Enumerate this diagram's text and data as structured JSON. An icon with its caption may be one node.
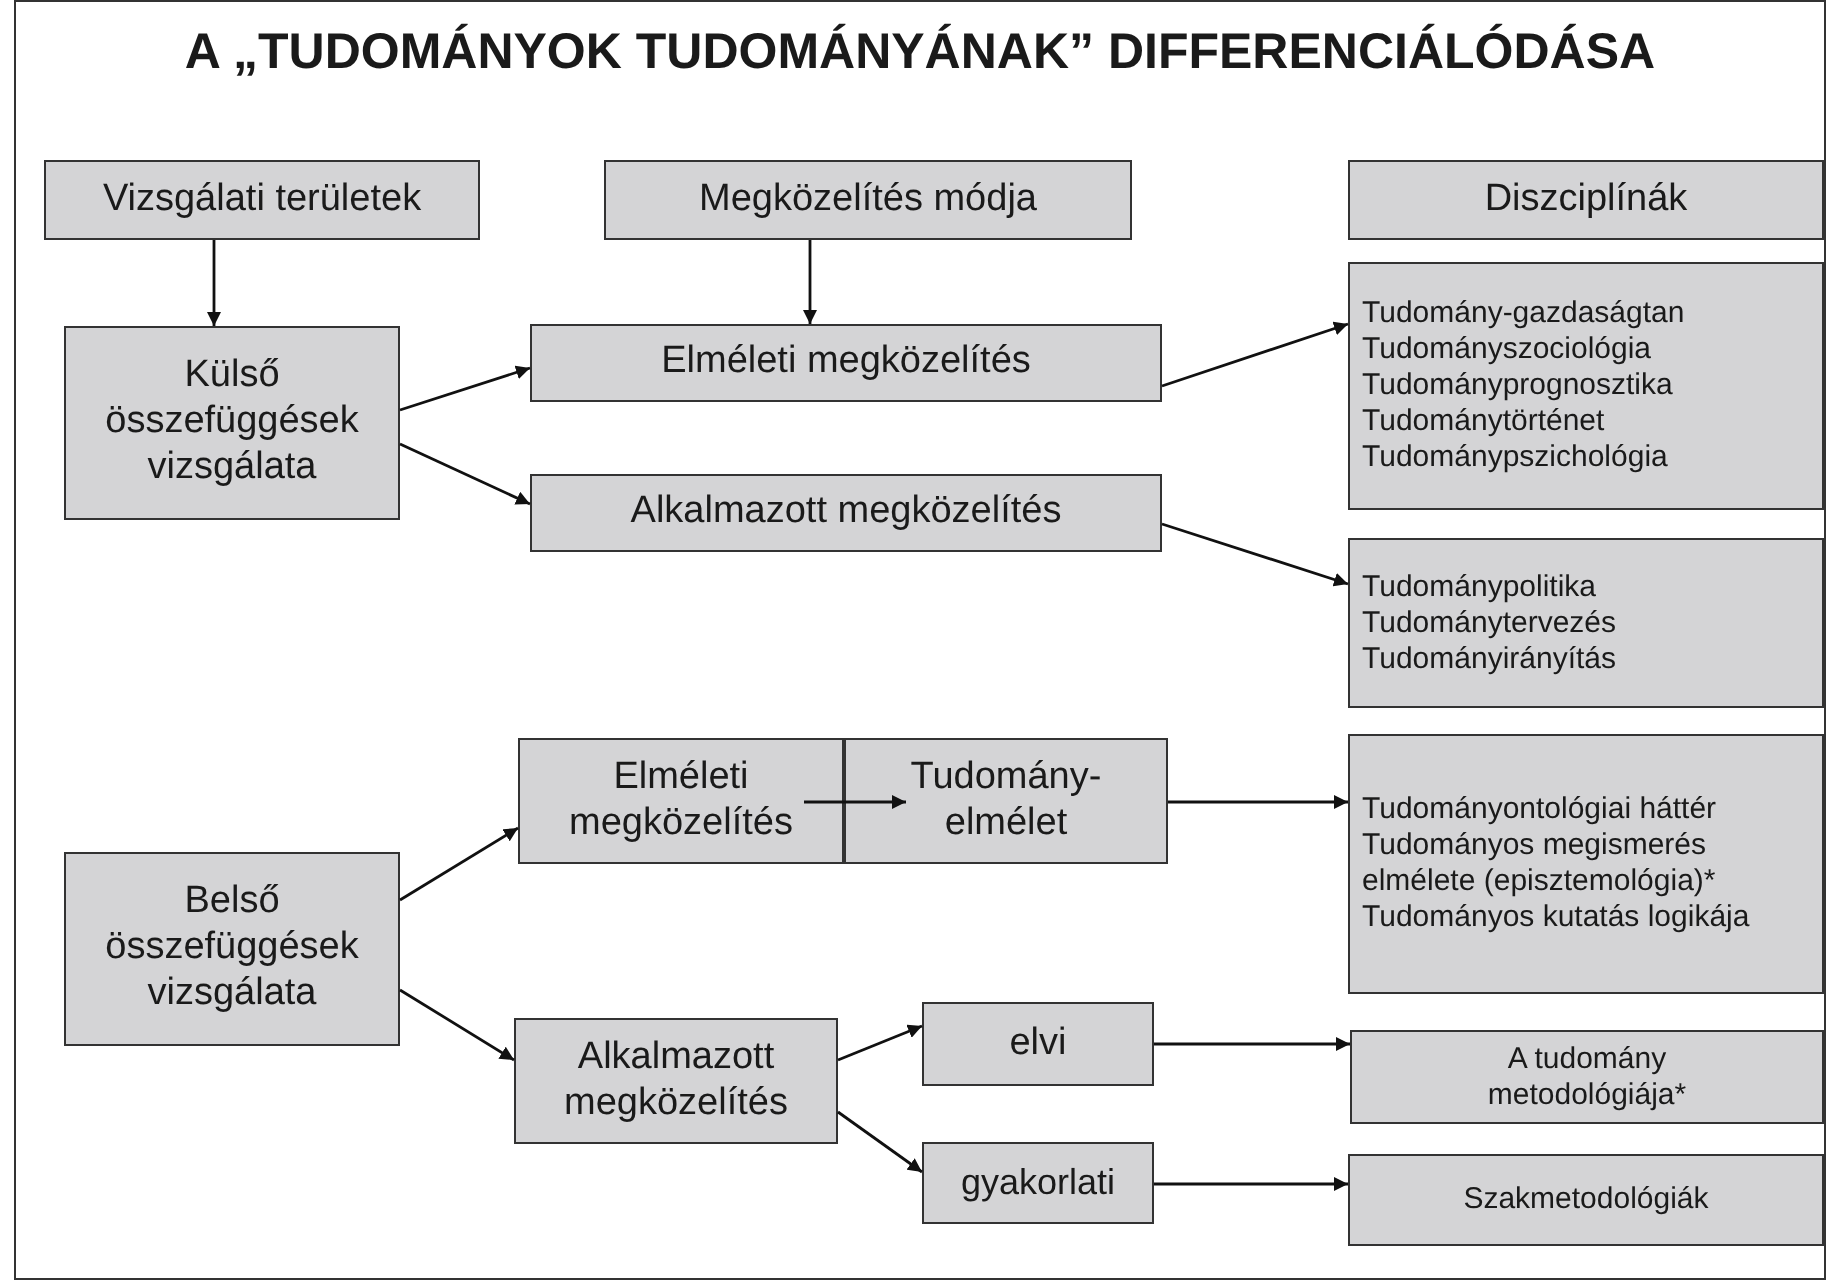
{
  "diagram": {
    "title": "A „TUDOMÁNYOK TUDOMÁNYÁNAK” DIFFERENCIÁLÓDÁSA",
    "nodes": [
      {
        "text": [
          "Vizsgálati területek"
        ]
      },
      {
        "text": [
          "Megközelítés módja"
        ]
      },
      {
        "text": [
          "Diszciplínák"
        ]
      },
      {
        "text": [
          "Külső összefüggések vizsgálata"
        ]
      },
      {
        "text": [
          "Elméleti megközelítés"
        ]
      },
      {
        "text": [
          "Alkalmazott megközelítés"
        ]
      },
      {
        "text": [
          "Tudomány-gazdaságtan",
          "Tudományszociológia",
          "Tudományprognosztika",
          "Tudománytörténet",
          "Tudománypszichológia"
        ]
      },
      {
        "text": [
          "Tudománypolitika",
          "Tudománytervezés",
          "Tudományirányítás"
        ]
      },
      {
        "text": [
          "Belső összefüggések vizsgálata"
        ]
      },
      {
        "text": [
          "Elméleti megközelítés"
        ]
      },
      {
        "text": [
          "Tudomány-elmélet"
        ]
      },
      {
        "text": [
          "Tudományontológiai háttér",
          "Tudományos megismerés elmélete (episztemológia)*",
          "Tudományos kutatás logikája"
        ]
      },
      {
        "text": [
          "Alkalmazott megközelítés"
        ]
      },
      {
        "text": [
          "elvi"
        ]
      },
      {
        "text": [
          "gyakorlati"
        ]
      },
      {
        "text": [
          "A tudomány metodológiája*"
        ]
      },
      {
        "text": [
          "Szakmetodológiák"
        ]
      }
    ],
    "edges": [
      {
        "from": 0,
        "to": 3,
        "arrow": "to"
      },
      {
        "from": 1,
        "to": 4,
        "arrow": "to"
      },
      {
        "from": 3,
        "to": 4,
        "arrow": "to"
      },
      {
        "from": 3,
        "to": 5,
        "arrow": "to"
      },
      {
        "from": 4,
        "to": 6,
        "arrow": "to"
      },
      {
        "from": 5,
        "to": 7,
        "arrow": "to"
      },
      {
        "from": 8,
        "to": 9,
        "arrow": "to"
      },
      {
        "from": 8,
        "to": 12,
        "arrow": "to"
      },
      {
        "from": 9,
        "to": 10,
        "arrow": "to"
      },
      {
        "from": 10,
        "to": 11,
        "arrow": "to"
      },
      {
        "from": 12,
        "to": 13,
        "arrow": "to"
      },
      {
        "from": 12,
        "to": 14,
        "arrow": "to"
      },
      {
        "from": 13,
        "to": 15,
        "arrow": "to"
      },
      {
        "from": 14,
        "to": 16,
        "arrow": "to"
      }
    ]
  }
}
